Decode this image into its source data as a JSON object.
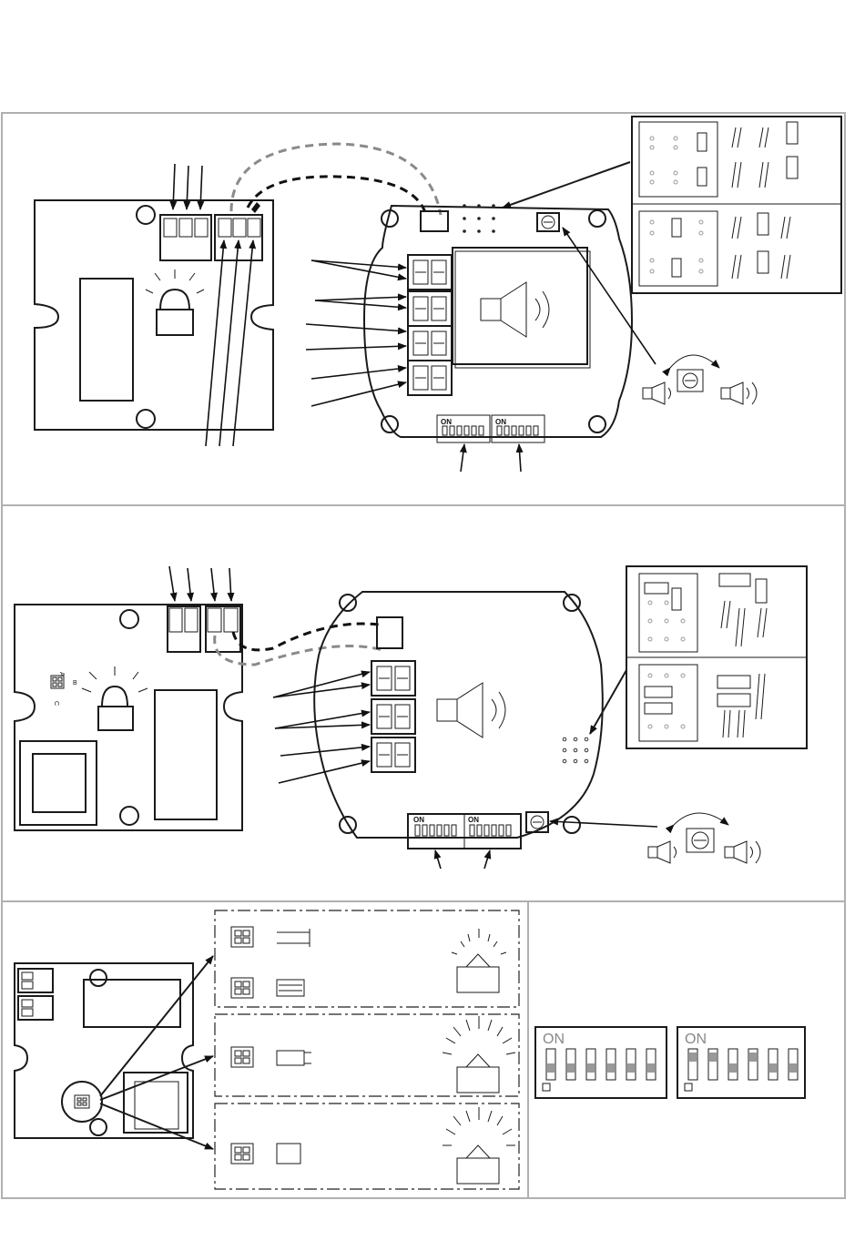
{
  "dip_labels": {
    "top_left": "ON",
    "top_right": "ON",
    "mid_left": "ON",
    "mid_right": "ON",
    "large_left": "ON",
    "large_right": "ON"
  },
  "connector_labels": {
    "a": "A",
    "b": "B",
    "c": "C"
  },
  "colors": {
    "line": "#1a1a1a",
    "frame": "#b0b0b0",
    "wire_black": "#111111",
    "wire_grey": "#8a8a8a",
    "detail_grey": "#999999"
  },
  "icons": [
    "led-icon",
    "horn-speaker-icon",
    "potentiometer-icon",
    "dip-switch-icon",
    "jumper-icon",
    "beacon-lamp-icon",
    "connector-icon"
  ]
}
